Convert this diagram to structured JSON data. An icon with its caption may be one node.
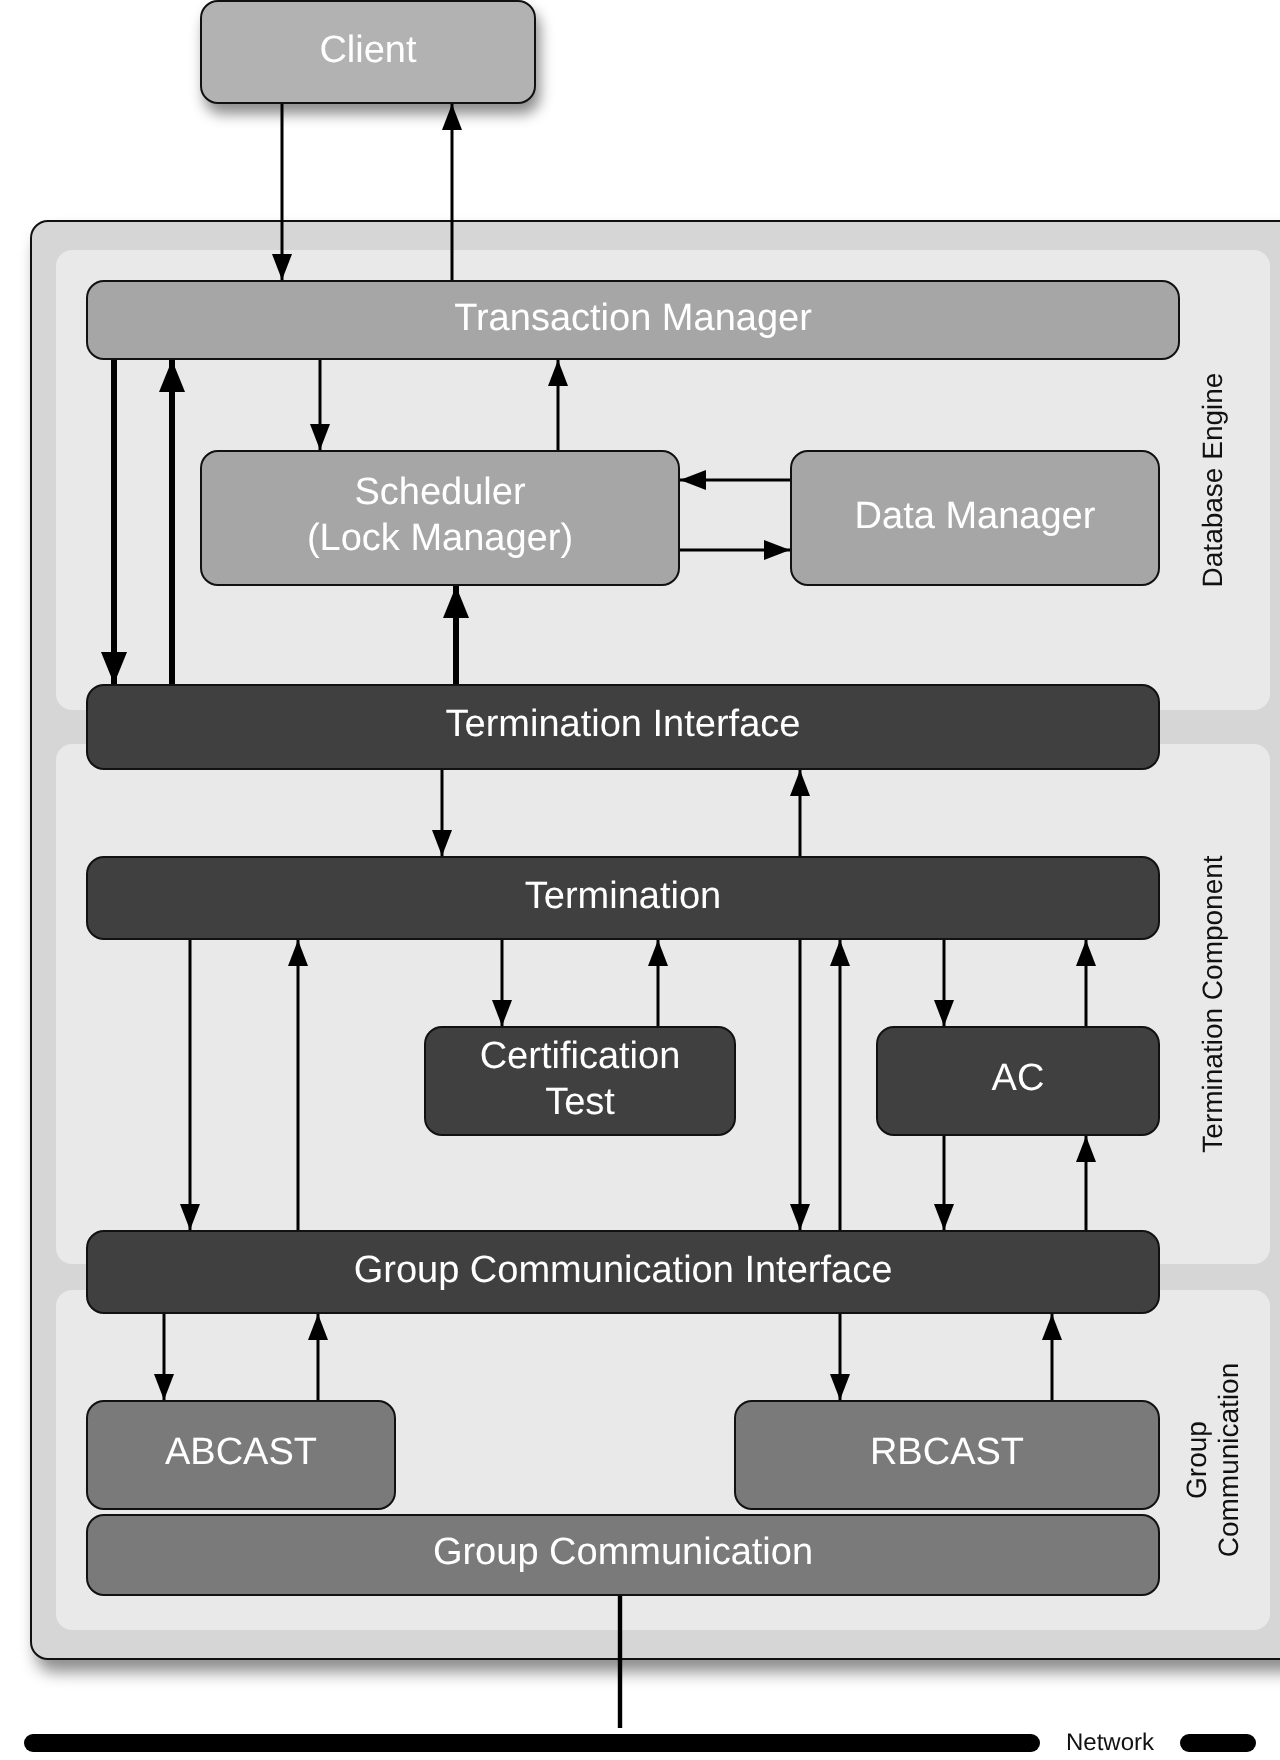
{
  "diagram": {
    "nodes": [
      {
        "text": [
          "Client"
        ]
      },
      {
        "text": [
          "Database Engine"
        ]
      },
      {
        "text": [
          "Transaction Manager"
        ],
        "in": 1
      },
      {
        "text": [
          "Scheduler (Lock Manager)"
        ],
        "in": 1
      },
      {
        "text": [
          "Data Manager"
        ],
        "in": 1
      },
      {
        "text": [
          "Termination Interface"
        ]
      },
      {
        "text": [
          "Termination Component"
        ]
      },
      {
        "text": [
          "Termination"
        ],
        "in": 6
      },
      {
        "text": [
          "Certification Test"
        ],
        "in": 6
      },
      {
        "text": [
          "AC"
        ],
        "in": 6
      },
      {
        "text": [
          "Group Communication Interface"
        ]
      },
      {
        "text": [
          "Group Communication"
        ]
      },
      {
        "text": [
          "ABCAST"
        ],
        "in": 11
      },
      {
        "text": [
          "RBCAST"
        ],
        "in": 11
      },
      {
        "text": [
          "Group Communication"
        ],
        "in": 11
      },
      {
        "text": [],
        "shape": "bar",
        "beside": [
          "Network"
        ]
      }
    ],
    "edges": [
      {
        "from": 0,
        "to": 2,
        "arrow": "to"
      },
      {
        "from": 2,
        "to": 0,
        "arrow": "to"
      },
      {
        "from": 2,
        "to": 3,
        "arrow": "to"
      },
      {
        "from": 3,
        "to": 2,
        "arrow": "to"
      },
      {
        "from": 4,
        "to": 3,
        "arrow": "to"
      },
      {
        "from": 3,
        "to": 4,
        "arrow": "to"
      },
      {
        "from": 2,
        "to": 5,
        "arrow": "to",
        "style": "thick"
      },
      {
        "from": 5,
        "to": 2,
        "arrow": "to",
        "style": "thick"
      },
      {
        "from": 5,
        "to": 3,
        "arrow": "to",
        "style": "thick"
      },
      {
        "from": 5,
        "to": 7,
        "arrow": "to"
      },
      {
        "from": 7,
        "to": 5,
        "arrow": "to"
      },
      {
        "from": 7,
        "to": 10,
        "arrow": "to"
      },
      {
        "from": 10,
        "to": 7,
        "arrow": "to"
      },
      {
        "from": 7,
        "to": 8,
        "arrow": "to"
      },
      {
        "from": 8,
        "to": 7,
        "arrow": "to"
      },
      {
        "from": 7,
        "to": 10,
        "arrow": "to"
      },
      {
        "from": 10,
        "to": 7,
        "arrow": "to"
      },
      {
        "from": 7,
        "to": 9,
        "arrow": "to"
      },
      {
        "from": 9,
        "to": 7,
        "arrow": "to"
      },
      {
        "from": 9,
        "to": 10,
        "arrow": "to"
      },
      {
        "from": 10,
        "to": 9,
        "arrow": "to"
      },
      {
        "from": 10,
        "to": 12,
        "arrow": "to"
      },
      {
        "from": 12,
        "to": 10,
        "arrow": "to"
      },
      {
        "from": 10,
        "to": 13,
        "arrow": "to"
      },
      {
        "from": 13,
        "to": 10,
        "arrow": "to"
      },
      {
        "from": 14,
        "to": 15,
        "arrow": "none"
      }
    ]
  }
}
